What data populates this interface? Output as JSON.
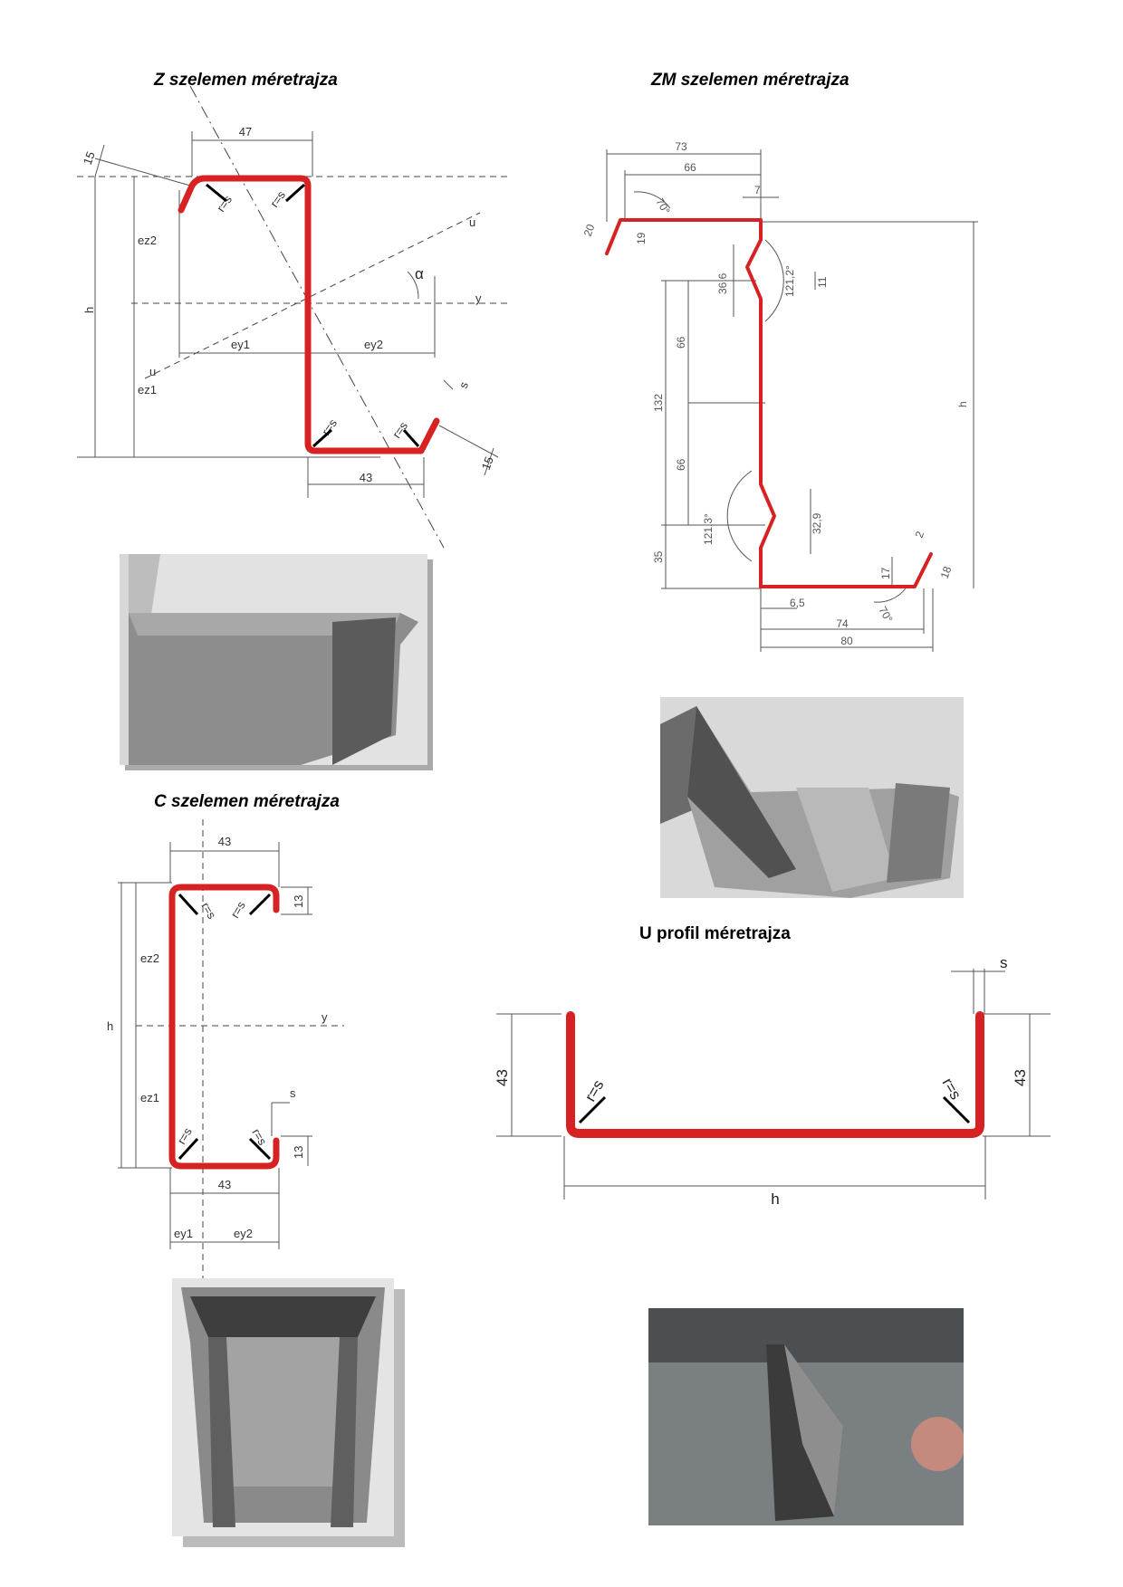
{
  "titles": {
    "z": "Z szelemen méretrajza",
    "zm": "ZM szelemen méretrajza",
    "c": "C szelemen méretrajza",
    "u": "U profil méretrajza"
  },
  "z_labels": {
    "top_width": "47",
    "bottom_width": "43",
    "lip_top": "15",
    "lip_bottom": "15",
    "ez2": "ez2",
    "ez1": "ez1",
    "h": "h",
    "ey1": "ey1",
    "ey2": "ey2",
    "y_axis": "y",
    "u_axis_top": "u",
    "u_axis_bottom": "u",
    "alpha": "α",
    "s": "s",
    "radius": "r=s"
  },
  "zm_labels": {
    "d73": "73",
    "d66_top": "66",
    "d7": "7",
    "a70_top": "70°",
    "d20": "20",
    "d19": "19",
    "d36_6": "36,6",
    "a121_2_top": "121,2°",
    "d11": "11",
    "d132": "132",
    "d66_a": "66",
    "d66_b": "66",
    "d35": "35",
    "a121_3_bottom": "121,3°",
    "d32_9": "32,9",
    "d6_5": "6,5",
    "d74": "74",
    "d80": "80",
    "d17": "17",
    "d18": "18",
    "d2": "2",
    "a70_bottom": "70°",
    "h": "h"
  },
  "c_labels": {
    "top_width": "43",
    "bottom_width": "43",
    "lip_top": "13",
    "lip_bottom": "13",
    "ez2": "ez2",
    "ez1": "ez1",
    "h": "h",
    "y_axis": "y",
    "s": "s",
    "ey1": "ey1",
    "ey2": "ey2",
    "radius": "r=s"
  },
  "u_labels": {
    "left_height": "43",
    "right_height": "43",
    "s": "s",
    "h": "h",
    "radius": "r=s"
  },
  "colors": {
    "profile": "#d62222",
    "dimension": "#555555"
  }
}
